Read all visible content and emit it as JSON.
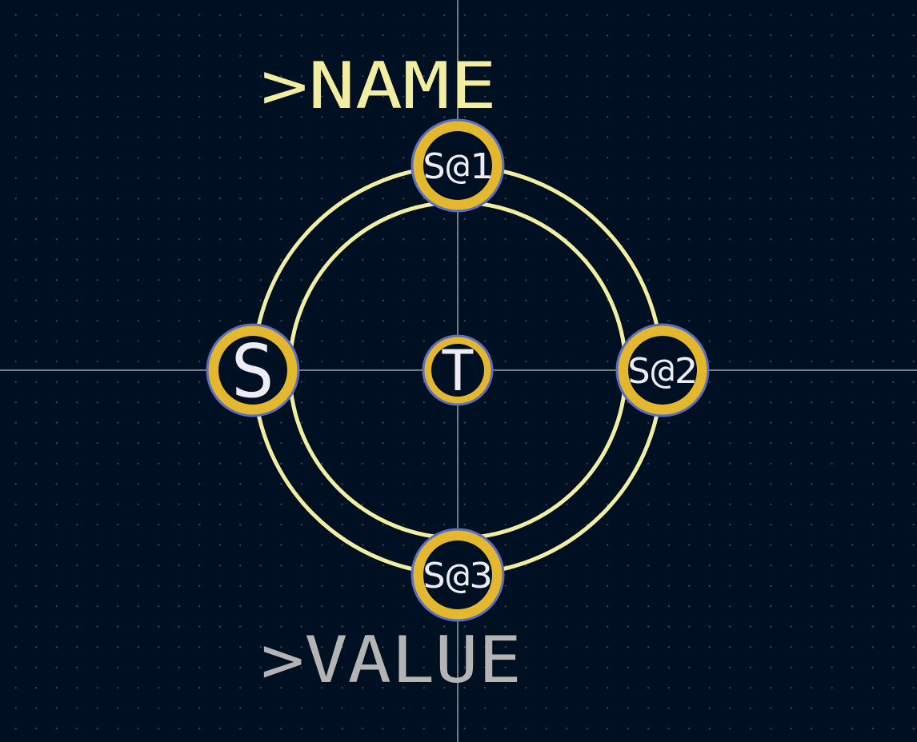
{
  "footprint": {
    "name_field": ">NAME",
    "value_field": ">VALUE"
  },
  "pads": [
    {
      "number": "S@1"
    },
    {
      "number": "S"
    },
    {
      "number": "T"
    },
    {
      "number": "S@2"
    },
    {
      "number": "S@3"
    }
  ],
  "colors": {
    "background": "#001023",
    "grid_dot": "#6e7890",
    "crosshair": "#e8e8f0",
    "silkscreen": "#f2eda1",
    "silk_value": "#b4b4b4",
    "pad_copper": "#e3b72e",
    "pad_outline": "#5a6fc0",
    "pad_label": "#ececf2",
    "drill": "#001023"
  }
}
